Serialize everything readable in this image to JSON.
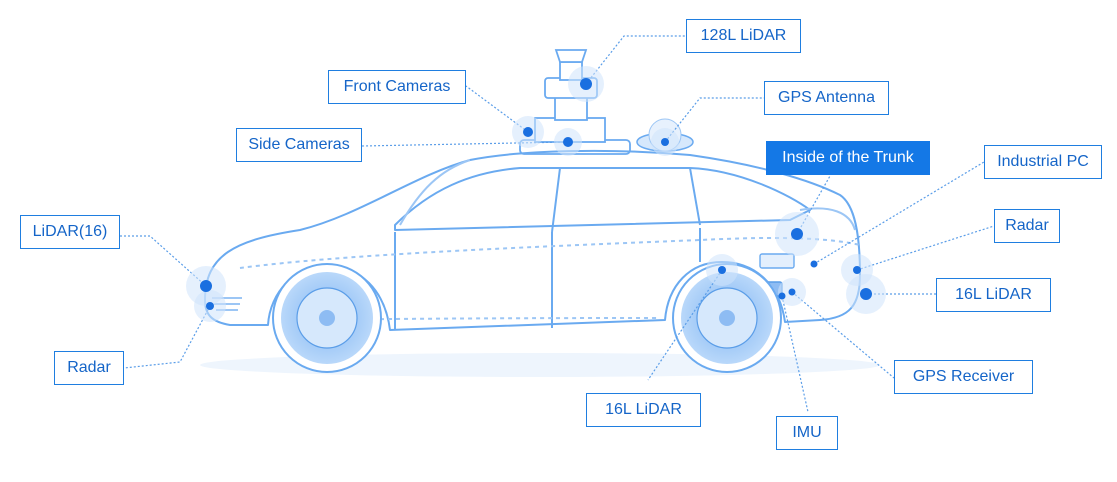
{
  "labels": {
    "lidar_128": "128L LiDAR",
    "front_cameras": "Front Cameras",
    "gps_antenna": "GPS Antenna",
    "side_cameras": "Side Cameras",
    "inside_trunk": "Inside of the Trunk",
    "industrial_pc": "Industrial PC",
    "lidar_16_front": "LiDAR(16)",
    "radar_rear": "Radar",
    "lidar_16_rear": "16L LiDAR",
    "radar_front": "Radar",
    "gps_receiver": "GPS Receiver",
    "lidar_16_bottom": "16L LiDAR",
    "imu": "IMU"
  },
  "colors": {
    "line": "#6aaaf0",
    "accent": "#1478e6",
    "dot": "#1a6fe0",
    "halo": "#cfe3fb",
    "wheel": "#a9cdf7"
  }
}
